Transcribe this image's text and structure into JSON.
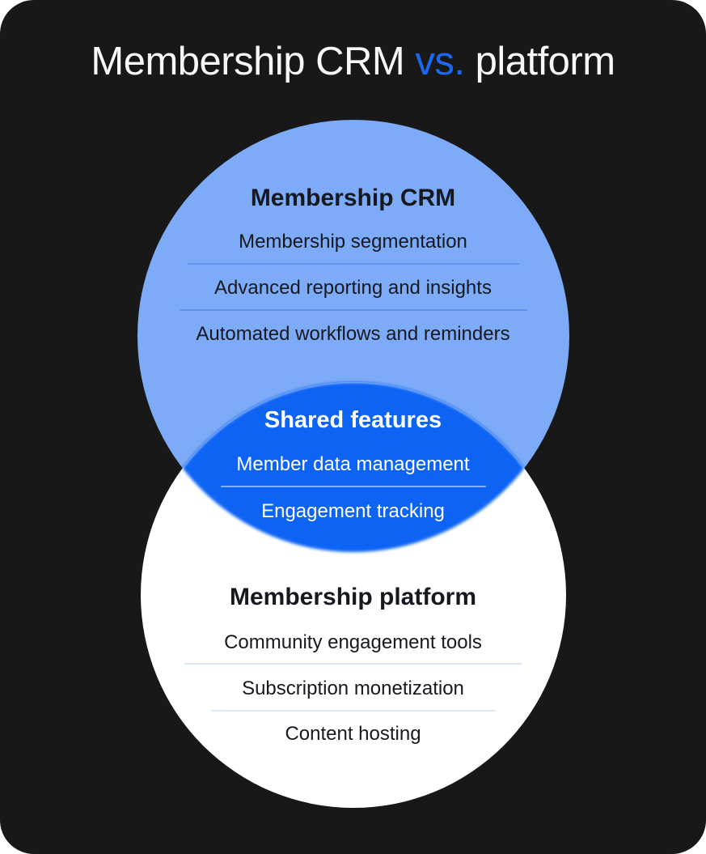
{
  "title": {
    "prefix": "Membership CRM ",
    "accent": "vs.",
    "suffix": " platform"
  },
  "diagram": {
    "crm": {
      "heading": "Membership CRM",
      "items": [
        "Membership segmentation",
        "Advanced reporting and insights",
        "Automated workflows and reminders"
      ]
    },
    "shared": {
      "heading": "Shared features",
      "items": [
        "Member data management",
        "Engagement tracking"
      ]
    },
    "platform": {
      "heading": "Membership platform",
      "items": [
        "Community engagement tools",
        "Subscription monetization",
        "Content hosting"
      ]
    }
  },
  "colors": {
    "bg": "#181818",
    "circle_top": "#7dabf7",
    "circle_bottom": "#ffffff",
    "lens": "#0b64f4",
    "title_text": "#f7f7f8",
    "title_accent": "#1b69f2",
    "dark_text": "#16191f",
    "light_text": "#ffffff",
    "sep_crm": "#6191ee",
    "sep_platform": "#dbe6f6"
  }
}
